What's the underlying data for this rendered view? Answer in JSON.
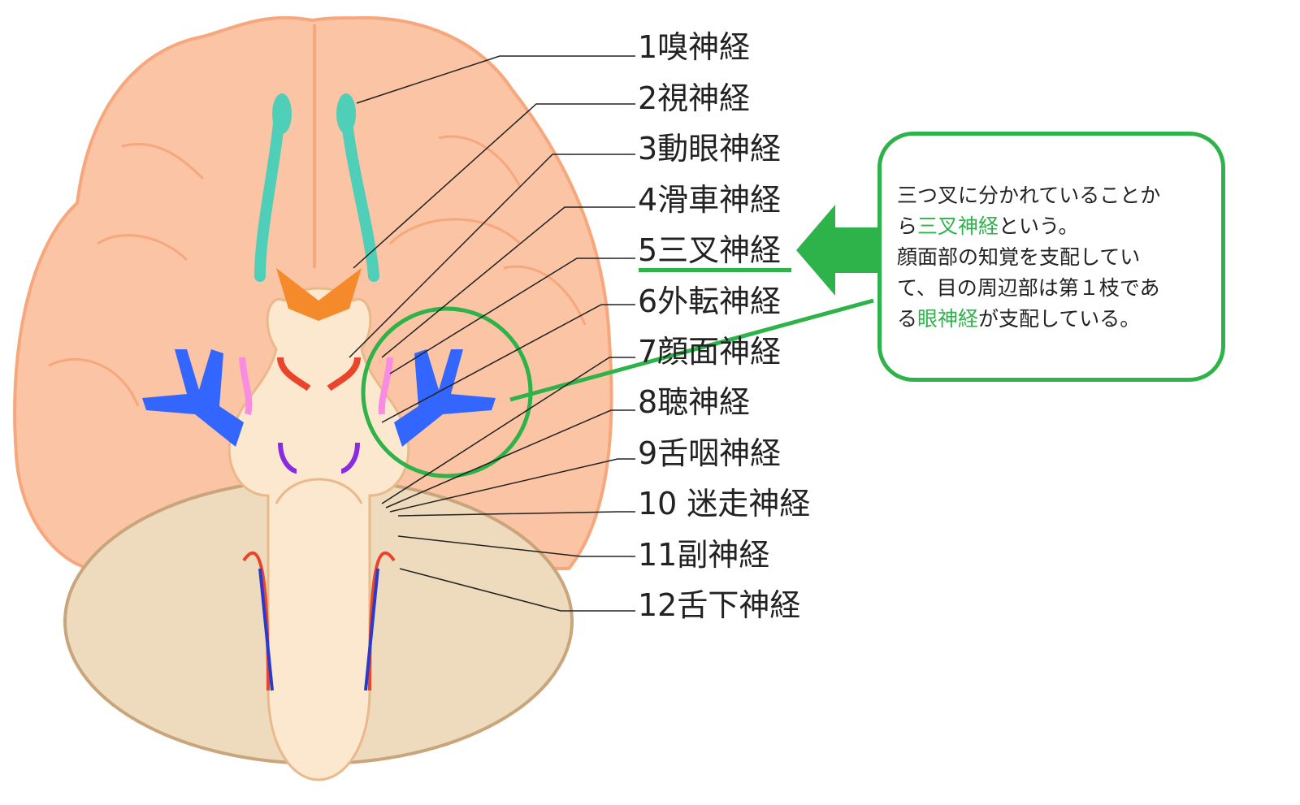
{
  "labels": [
    {
      "text": "1嗅神経"
    },
    {
      "text": "2視神経"
    },
    {
      "text": "3動眼神経"
    },
    {
      "text": "4滑車神経"
    },
    {
      "text": "5三叉神経"
    },
    {
      "text": "6外転神経"
    },
    {
      "text": "7顔面神経"
    },
    {
      "text": "8聴神経"
    },
    {
      "text": "9舌咽神経"
    },
    {
      "text": "10 迷走神経"
    },
    {
      "text": "11副神経"
    },
    {
      "text": "12舌下神経"
    }
  ],
  "callout": {
    "l1": "三つ叉に分かれていることか",
    "l2a": "ら",
    "l2b": "三叉神経",
    "l2c": "という。",
    "l3": "顔面部の知覚を支配してい",
    "l4": "て、目の周辺部は第１枝であ",
    "l5a": "る",
    "l5b": "眼神経",
    "l5c": "が支配している。"
  },
  "colors": {
    "accent": "#2db34a",
    "brain": "#fbc4a4",
    "cerebellum": "#eedbbd",
    "stem": "#fbe8cf"
  }
}
